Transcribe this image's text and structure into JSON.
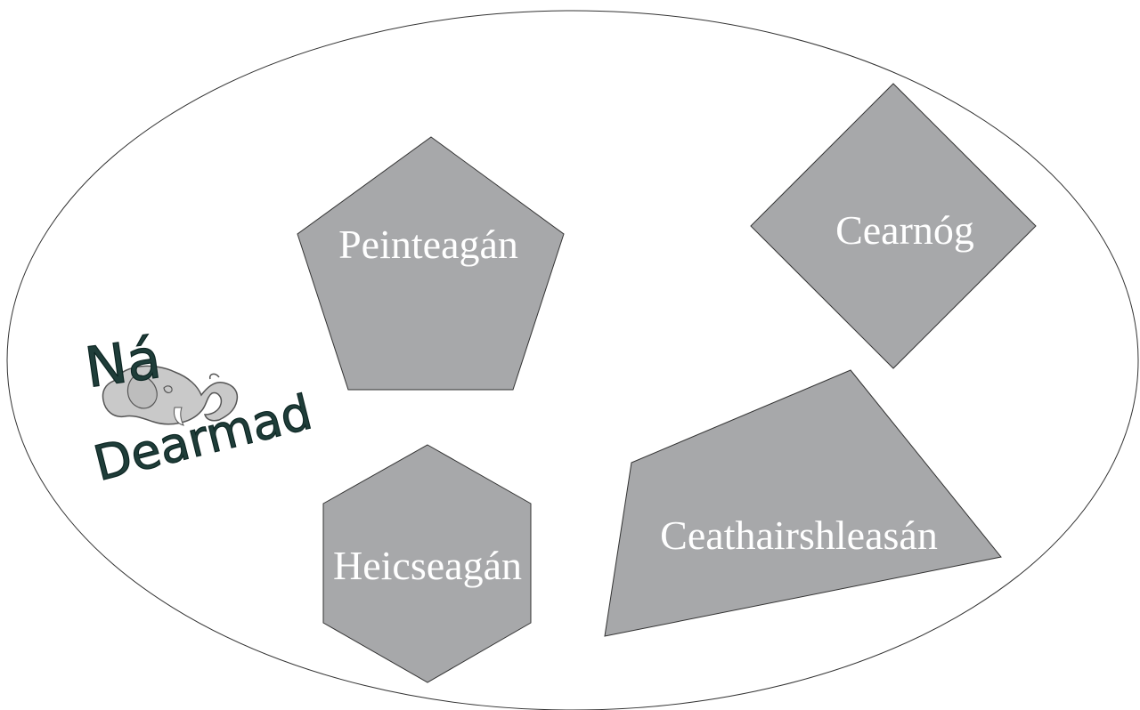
{
  "diagram": {
    "colors": {
      "shape_fill": "#a7a8aa",
      "shape_stroke": "#333333",
      "label_color": "#ffffff",
      "ellipse_stroke": "#333333",
      "logo_text_color": "#1f3d39",
      "elephant_fill": "#c9c9c9"
    },
    "shapes": {
      "pentagon": {
        "label": "Peinteagán"
      },
      "square": {
        "label": "Cearnóg"
      },
      "hexagon": {
        "label": "Heicseagán"
      },
      "quadrilateral": {
        "label": "Ceathairshleasán"
      }
    },
    "logo": {
      "line1": "Ná",
      "line2": "Dearmad",
      "icon": "elephant-icon"
    }
  }
}
